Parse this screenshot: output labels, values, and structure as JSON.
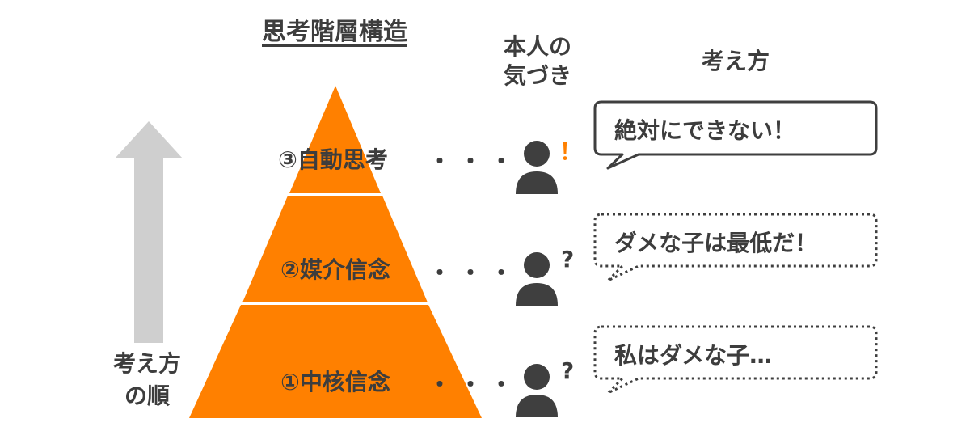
{
  "title": "思考階層構造",
  "headers": {
    "awareness_line1": "本人の",
    "awareness_line2": "気づき",
    "thinking": "考え方"
  },
  "order_arrow": {
    "line1": "考え方",
    "line2": "の順"
  },
  "layers": [
    {
      "label": "③自動思考",
      "mark": "！",
      "thought": "絶対にできない！",
      "bubble_style": "solid"
    },
    {
      "label": "②媒介信念",
      "mark": "?",
      "thought": "ダメな子は最低だ！",
      "bubble_style": "dotted"
    },
    {
      "label": "①中核信念",
      "mark": "?",
      "thought": "私はダメな子…",
      "bubble_style": "dotted"
    }
  ],
  "connector": "・・・",
  "colors": {
    "pyramid": "#ff8000",
    "arrow": "#cfcfcf",
    "person": "#3f3f3f",
    "text": "#3d3d3d",
    "exclamation": "#ff8000"
  },
  "icons": {
    "person": "person-icon",
    "arrow": "arrow-up-icon"
  }
}
